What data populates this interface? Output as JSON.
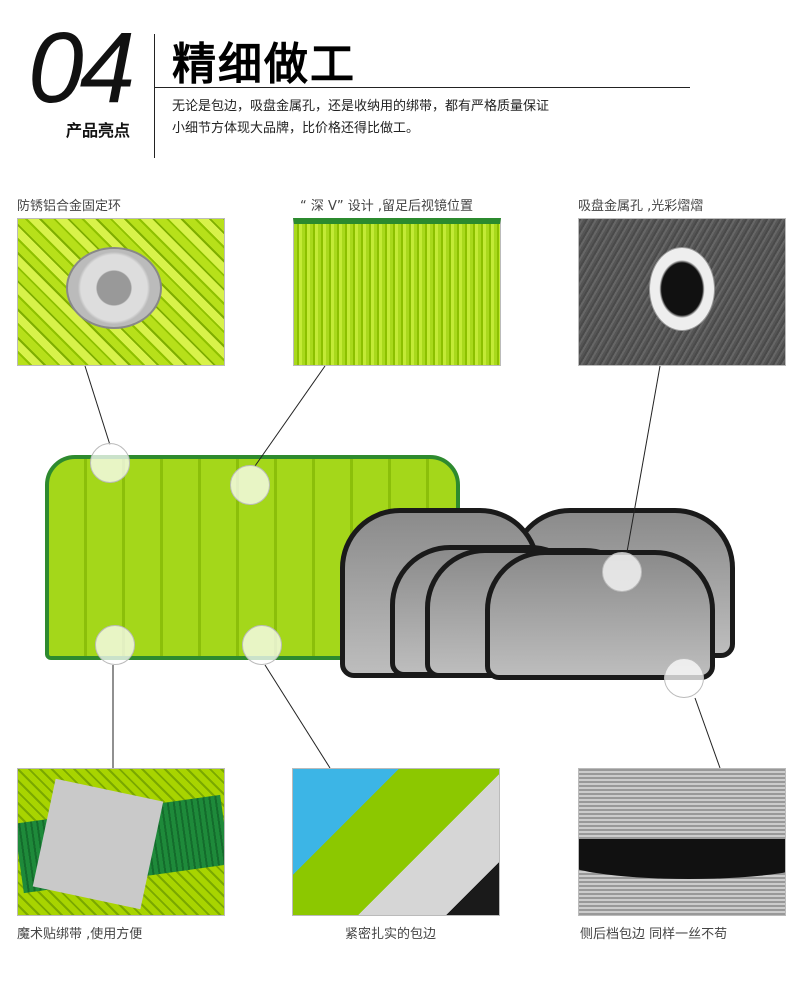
{
  "header": {
    "number": "04",
    "subtitle": "产品亮点",
    "title": "精细做工",
    "description": [
      "无论是包边，吸盘金属孔，还是收纳用的绑带，都有严格质量保证",
      "小细节方体现大品牌，比价格还得比做工。"
    ]
  },
  "details": [
    {
      "label": "防锈铝合金固定环"
    },
    {
      "label": "“ 深 V” 设计 ,留足后视镜位置"
    },
    {
      "label": "吸盘金属孔 ,光彩熠熠"
    },
    {
      "label": "魔术贴绑带 ,使用方便"
    },
    {
      "label": "紧密扎实的包边"
    },
    {
      "label": "侧后档包边 同样一丝不苟"
    }
  ]
}
